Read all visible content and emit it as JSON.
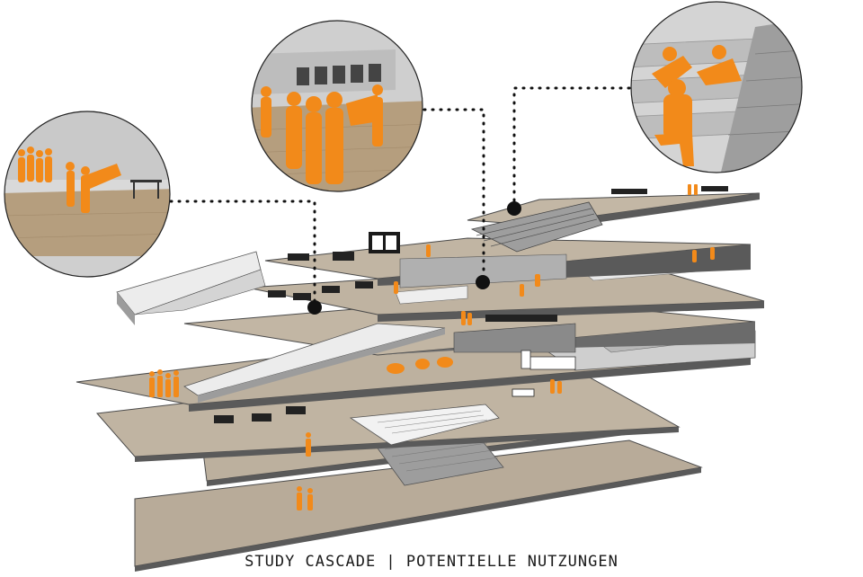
{
  "caption": "STUDY CASCADE | POTENTIELLE NUTZUNGEN",
  "colors": {
    "floor_top": "#b8ab99",
    "floor_edge": "#5a5a5a",
    "wall": "#a9a9a9",
    "ramp": "#e6e6e6",
    "people": "#f28a1a",
    "leader": "#111111",
    "background": "#ffffff"
  },
  "callouts": [
    {
      "name": "callout-left",
      "scene": "lounge-counter"
    },
    {
      "name": "callout-middle",
      "scene": "gallery-gathering"
    },
    {
      "name": "callout-right",
      "scene": "seating-steps"
    }
  ]
}
